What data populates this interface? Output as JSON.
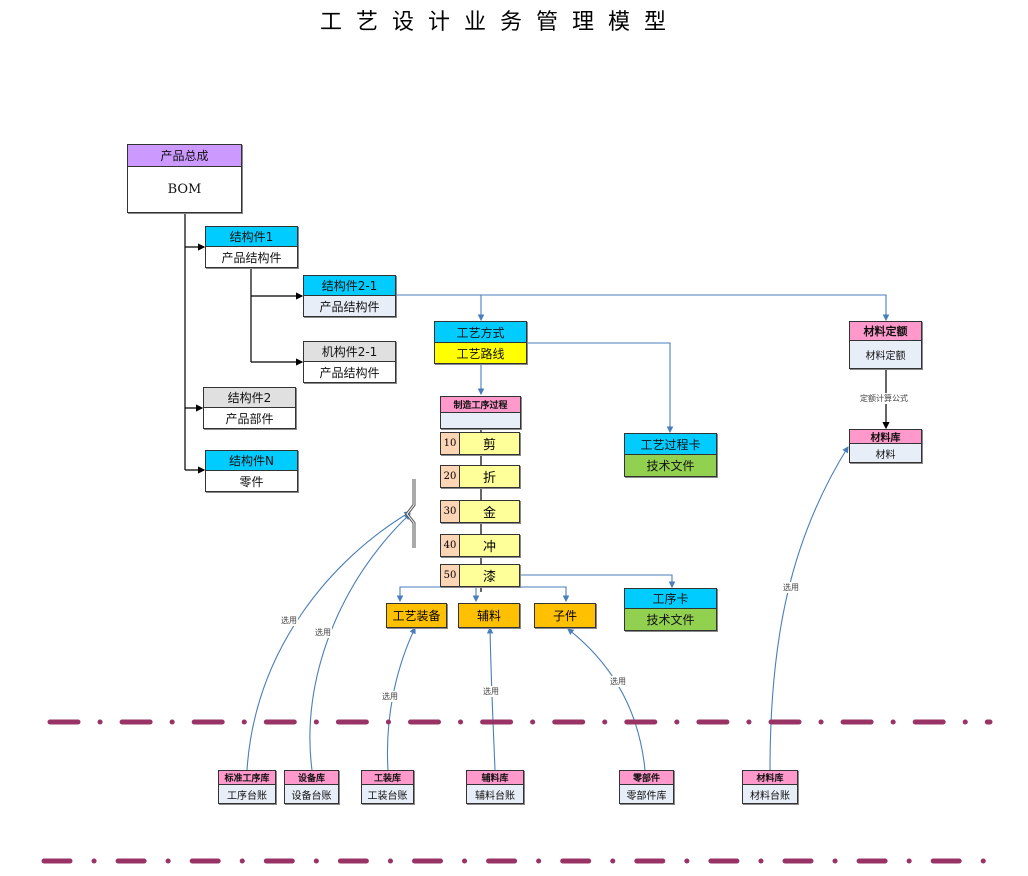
{
  "title": "工艺设计业务管理模型",
  "product": {
    "header": "产品总成",
    "body": "BOM"
  },
  "structures": [
    {
      "header": "结构件1",
      "body": "产品结构件"
    },
    {
      "header": "结构件2-1",
      "body": "产品结构件"
    },
    {
      "header": "机构件2-1",
      "body": "产品结构件"
    },
    {
      "header": "结构件2",
      "body": "产品部件"
    },
    {
      "header": "结构件N",
      "body": "零件"
    }
  ],
  "process_method": {
    "header": "工艺方式",
    "body": "工艺路线"
  },
  "manufacturing": {
    "header": "制造工序过程",
    "body": ""
  },
  "steps": [
    {
      "num": "10",
      "name": "剪"
    },
    {
      "num": "20",
      "name": "折"
    },
    {
      "num": "30",
      "name": "金"
    },
    {
      "num": "40",
      "name": "冲"
    },
    {
      "num": "50",
      "name": "漆"
    }
  ],
  "process_card": {
    "header": "工艺过程卡",
    "body": "技术文件"
  },
  "operation_card": {
    "header": "工序卡",
    "body": "技术文件"
  },
  "material_quota": {
    "header": "材料定额",
    "body": "材料定额"
  },
  "quota_formula_label": "定额计算公式",
  "material_lib": {
    "header": "材料库",
    "body": "材料"
  },
  "resources": [
    {
      "label": "工艺装备"
    },
    {
      "label": "辅料"
    },
    {
      "label": "子件"
    }
  ],
  "select_label": "选用",
  "libraries": [
    {
      "header": "标准工序库",
      "body": "工序台账"
    },
    {
      "header": "设备库",
      "body": "设备台账"
    },
    {
      "header": "工装库",
      "body": "工装台账"
    },
    {
      "header": "辅料库",
      "body": "辅料台账"
    },
    {
      "header": "零部件",
      "body": "零部件库"
    },
    {
      "header": "材料库",
      "body": "材料台账"
    }
  ],
  "colors": {
    "connector": "#4a7ebb",
    "divider": "#993366",
    "tree_line": "#000000"
  }
}
